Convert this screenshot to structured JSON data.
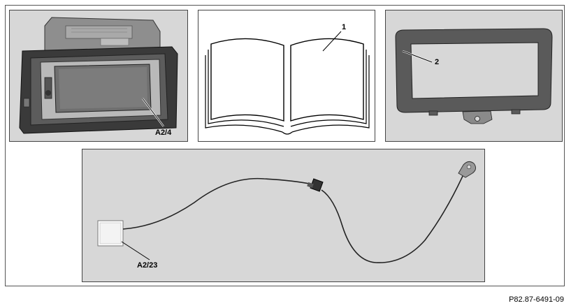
{
  "callouts": {
    "head_unit": "A2/4",
    "manual": "1",
    "trim_frame": "2",
    "cable_module": "A2/23"
  },
  "footer": {
    "figure_code": "P82.87-6491-09"
  },
  "colors": {
    "panel_gray": "#d7d7d7",
    "line": "#000000"
  }
}
